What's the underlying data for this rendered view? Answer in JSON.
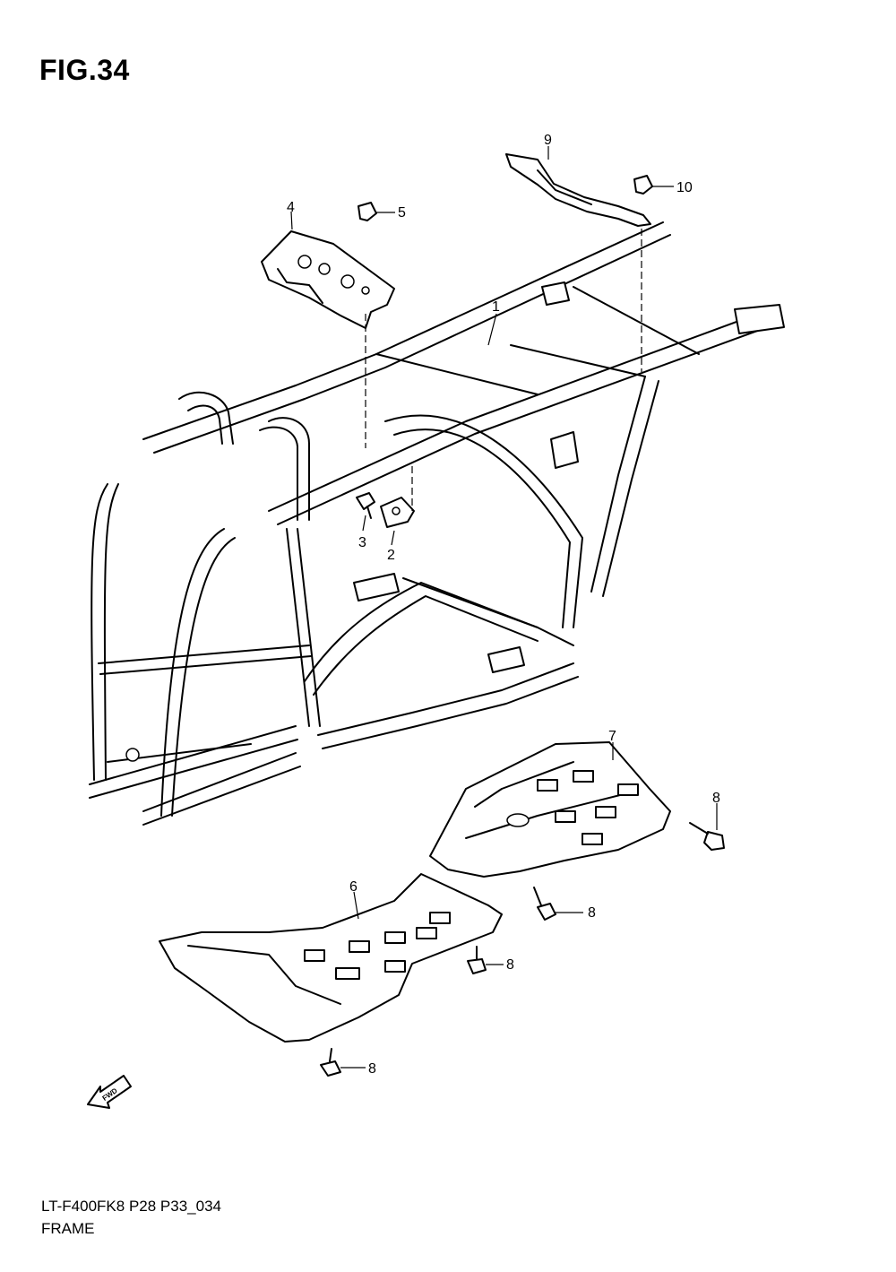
{
  "figure": {
    "title": "FIG.34",
    "model_code": "LT-F400FK8 P28 P33_034",
    "name": "FRAME"
  },
  "callouts": [
    {
      "id": "frame",
      "label": "1"
    },
    {
      "id": "plate-2",
      "label": "2"
    },
    {
      "id": "bolt-3",
      "label": "3"
    },
    {
      "id": "bracket-4",
      "label": "4"
    },
    {
      "id": "bolt-5",
      "label": "5"
    },
    {
      "id": "guard-6",
      "label": "6"
    },
    {
      "id": "guard-7",
      "label": "7"
    },
    {
      "id": "bolt-8a",
      "label": "8"
    },
    {
      "id": "bolt-8b",
      "label": "8"
    },
    {
      "id": "bolt-8c",
      "label": "8"
    },
    {
      "id": "bolt-8d",
      "label": "8"
    },
    {
      "id": "brace-9",
      "label": "9"
    },
    {
      "id": "bolt-10",
      "label": "10"
    }
  ],
  "fwd_marker": "FWD"
}
